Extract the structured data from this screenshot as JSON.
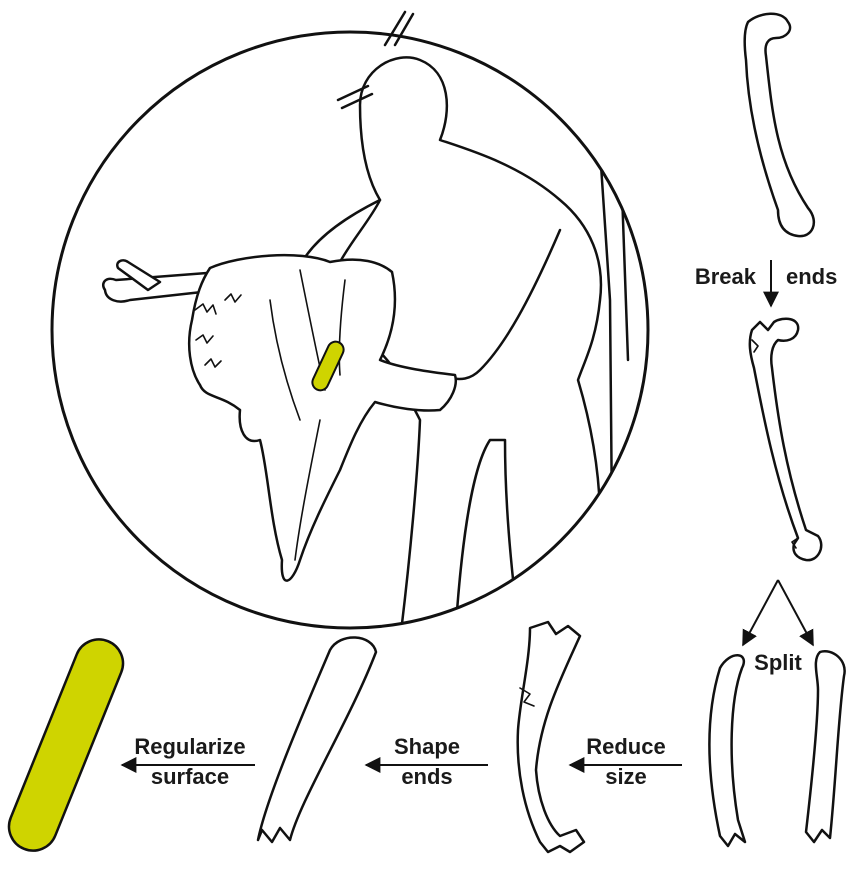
{
  "steps": {
    "break": "Break",
    "ends_1": "ends",
    "split": "Split",
    "reduce": "Reduce",
    "size": "size",
    "shape": "Shape",
    "ends_2": "ends",
    "regularize": "Regularize",
    "surface": "surface"
  },
  "colors": {
    "tool_fill": "#cfd400",
    "ink": "#111111",
    "background": "#ffffff"
  },
  "icons": {
    "scene": "person-scraping-hide-on-branch",
    "tool": "bone-smoother-tool"
  }
}
